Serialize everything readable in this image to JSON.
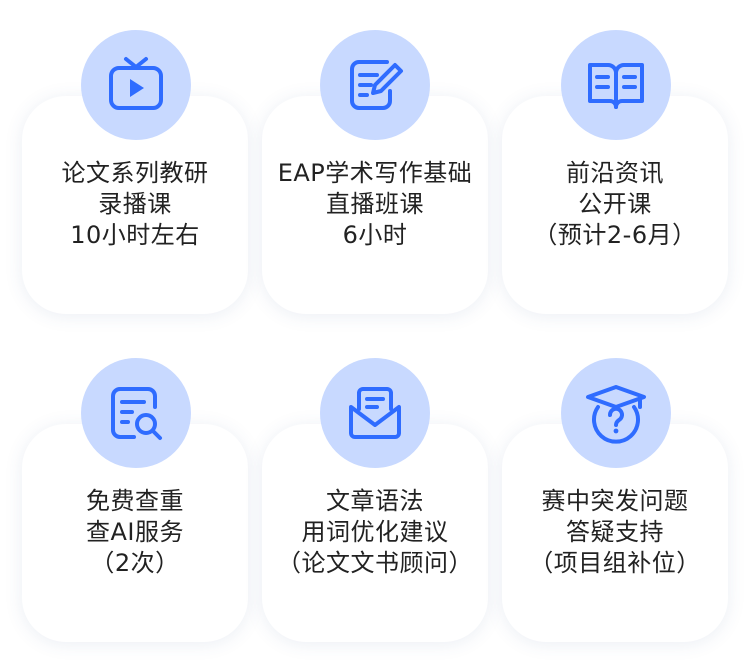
{
  "accent_color": "#2f6cff",
  "badge_color": "#c8d9ff",
  "cards": [
    {
      "icon": "tv-icon",
      "lines": [
        "论文系列教研",
        "录播课",
        "10小时左右"
      ]
    },
    {
      "icon": "edit-document-icon",
      "lines": [
        "EAP学术写作基础",
        "直播班课",
        "6小时"
      ]
    },
    {
      "icon": "open-book-icon",
      "lines": [
        "前沿资讯",
        "公开课",
        "（预计2-6月）"
      ]
    },
    {
      "icon": "document-search-icon",
      "lines": [
        "免费查重",
        "查AI服务",
        "（2次）"
      ]
    },
    {
      "icon": "mail-icon",
      "lines": [
        "文章语法",
        "用词优化建议",
        "（论文文书顾问）"
      ]
    },
    {
      "icon": "graduation-question-icon",
      "lines": [
        "赛中突发问题",
        "答疑支持",
        "（项目组补位）"
      ]
    }
  ]
}
